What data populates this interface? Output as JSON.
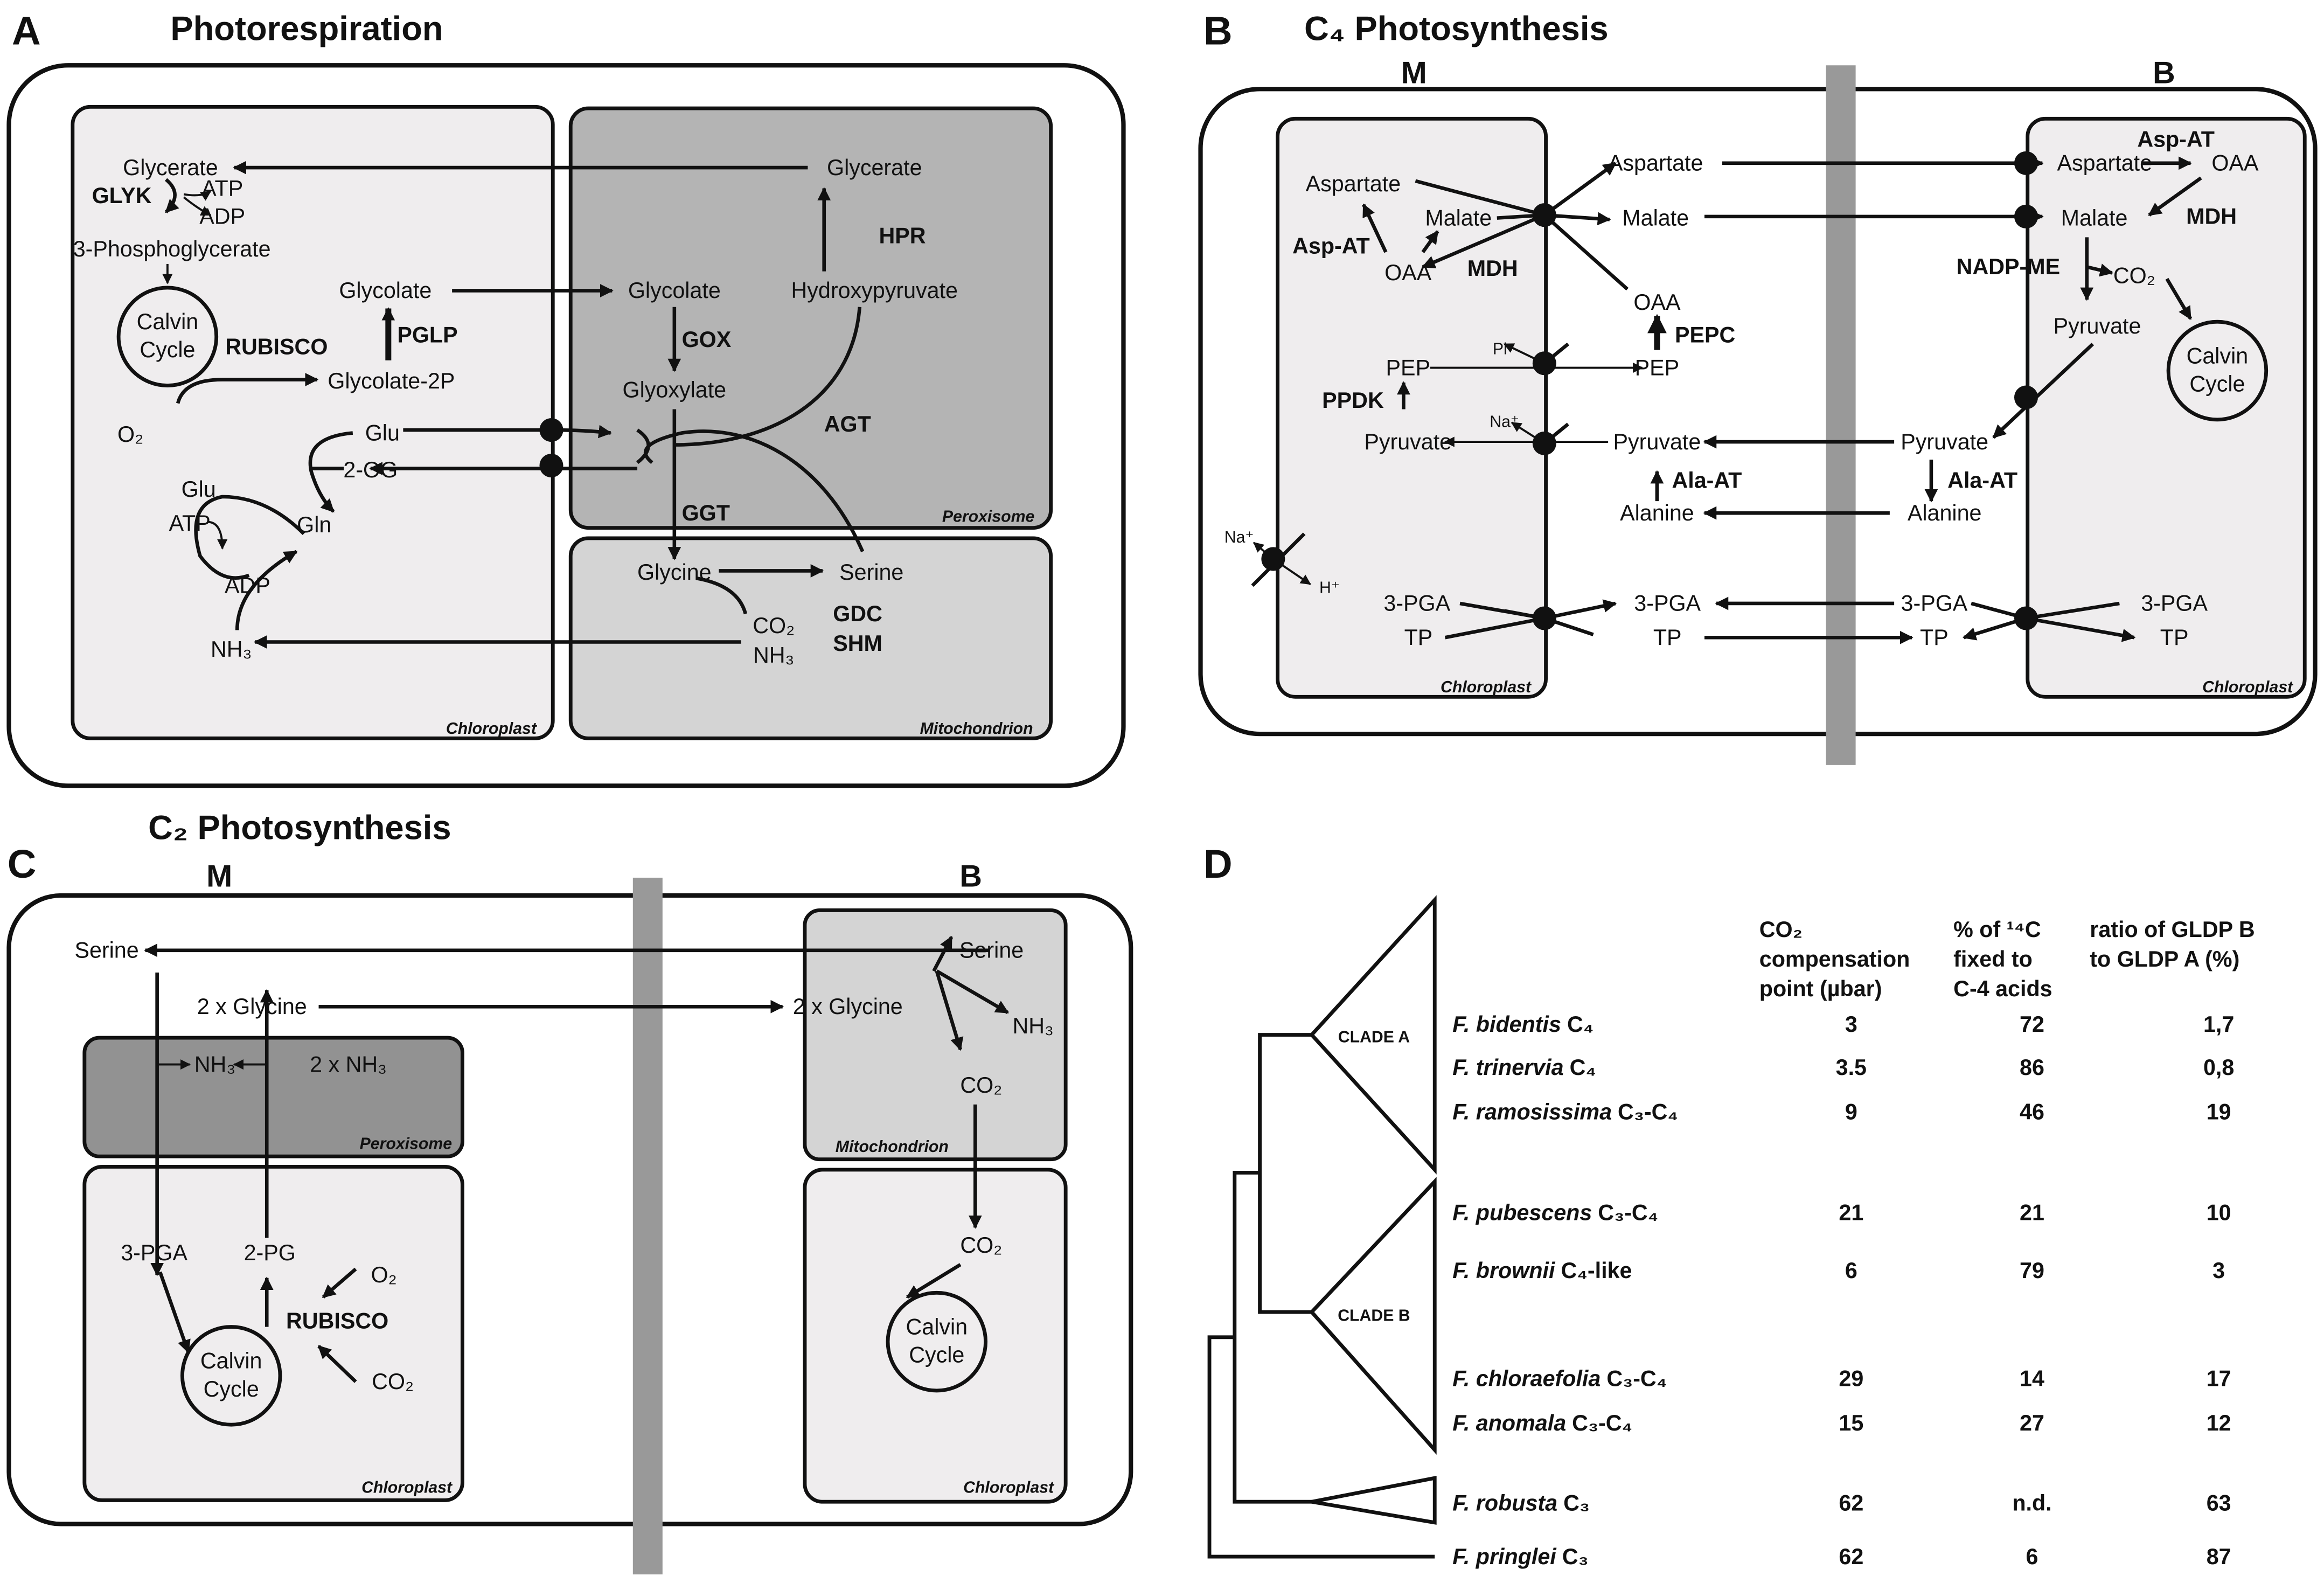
{
  "colors": {
    "cytosol_box": "#ffffff",
    "chloroplast": "#efedee",
    "peroxisome_A": "#b4b4b4",
    "mitochondrion": "#d4d4d4",
    "peroxisome_C": "#929292",
    "cell_wall_bar": "#999999",
    "stroke": "#111111"
  },
  "panel_a": {
    "letter": "A",
    "title": "Photorespiration",
    "labels": {
      "glycerate_chl": "Glycerate",
      "glyk": "GLYK",
      "atp1": "ATP",
      "adp1": "ADP",
      "pga": "3-Phosphoglycerate",
      "calvin_l1": "Calvin",
      "calvin_l2": "Cycle",
      "rubisco": "RUBISCO",
      "glycolate_chl": "Glycolate",
      "pglp": "PGLP",
      "glycolate2p": "Glycolate-2P",
      "o2": "O₂",
      "glu_a": "Glu",
      "og_a": "2-OG",
      "glu_b": "Glu",
      "atp2": "ATP",
      "gln": "Gln",
      "adp2": "ADP",
      "nh3": "NH₃",
      "chloroplast": "Chloroplast",
      "glycerate_per": "Glycerate",
      "hpr": "HPR",
      "hydroxypyruvate": "Hydroxypyruvate",
      "glycolate_per": "Glycolate",
      "gox": "GOX",
      "glyoxylate": "Glyoxylate",
      "agt": "AGT",
      "ggt": "GGT",
      "peroxisome": "Peroxisome",
      "glycine": "Glycine",
      "serine": "Serine",
      "co2": "CO₂",
      "nh3_mito": "NH₃",
      "gdc": "GDC",
      "shm": "SHM",
      "mitochondrion": "Mitochondrion"
    }
  },
  "panel_b": {
    "letter": "B",
    "title": "C₄ Photosynthesis",
    "cell_m": "M",
    "cell_b": "B",
    "labels": {
      "asp_m": "Aspartate",
      "mal_m": "Malate",
      "aspat_m": "Asp-AT",
      "oaa_m": "OAA",
      "mdh_m": "MDH",
      "asp_cyt": "Aspartate",
      "mal_cyt": "Malate",
      "oaa_cyt": "OAA",
      "pepc": "PEPC",
      "pi": "Pi",
      "pep_m": "PEP",
      "pep_cyt": "PEP",
      "ppdk": "PPDK",
      "na1": "Na⁺",
      "pyr_m": "Pyruvate",
      "pyr_cyt": "Pyruvate",
      "alaat_m": "Ala-AT",
      "ala_cyt": "Alanine",
      "na2": "Na⁺",
      "h": "H⁺",
      "pga_m": "3-PGA",
      "tp_m": "TP",
      "pga_cyt": "3-PGA",
      "tp_cyt": "TP",
      "chl_m": "Chloroplast",
      "aspat_b": "Asp-AT",
      "asp_b": "Aspartate",
      "oaa_b": "OAA",
      "mal_b": "Malate",
      "mdh_b": "MDH",
      "nadpme": "NADP-ME",
      "co2_b": "CO₂",
      "pyr_b": "Pyruvate",
      "calvin_l1": "Calvin",
      "calvin_l2": "Cycle",
      "pyr_bcyt": "Pyruvate",
      "alaat_b": "Ala-AT",
      "ala_bcyt": "Alanine",
      "pga_bcyt": "3-PGA",
      "tp_bcyt": "TP",
      "pga_b": "3-PGA",
      "tp_b": "TP",
      "chl_b": "Chloroplast"
    }
  },
  "panel_c": {
    "letter": "C",
    "title": "C₂ Photosynthesis",
    "cell_m": "M",
    "cell_b": "B",
    "labels": {
      "serine_m": "Serine",
      "gly_m": "2 x Glycine",
      "nh3_a": "NH₃",
      "nh3_b": "2 x NH₃",
      "peroxisome": "Peroxisome",
      "pga": "3-PGA",
      "pg": "2-PG",
      "o2": "O₂",
      "rubisco": "RUBISCO",
      "co2": "CO₂",
      "calvin_l1": "Calvin",
      "calvin_l2": "Cycle",
      "chl_m": "Chloroplast",
      "serine_b": "Serine",
      "gly_b": "2 x Glycine",
      "nh3_c": "NH₃",
      "co2_mito": "CO₂",
      "mitochondrion": "Mitochondrion",
      "co2_chl": "CO₂",
      "calvin2_l1": "Calvin",
      "calvin2_l2": "Cycle",
      "chl_b": "Chloroplast"
    }
  },
  "panel_d": {
    "letter": "D",
    "headers": [
      [
        "CO₂",
        "compensation",
        "point (µbar)"
      ],
      [
        "% of ¹⁴C",
        "fixed to",
        "C-4 acids"
      ],
      [
        "ratio of GLDP B",
        "to GLDP A (%)"
      ]
    ],
    "clades": [
      "CLADE A",
      "CLADE B"
    ],
    "rows": [
      {
        "species": "F. bidentis",
        "type": "C₄",
        "co2_comp": "3",
        "pct_c4": "72",
        "gldp_ratio": "1,7"
      },
      {
        "species": "F. trinervia",
        "type": "C₄",
        "co2_comp": "3.5",
        "pct_c4": "86",
        "gldp_ratio": "0,8"
      },
      {
        "species": "F. ramosissima",
        "type": "C₃-C₄",
        "co2_comp": "9",
        "pct_c4": "46",
        "gldp_ratio": "19"
      },
      {
        "species": "F. pubescens",
        "type": "C₃-C₄",
        "co2_comp": "21",
        "pct_c4": "21",
        "gldp_ratio": "10"
      },
      {
        "species": "F. brownii",
        "type": "C₄-like",
        "co2_comp": "6",
        "pct_c4": "79",
        "gldp_ratio": "3"
      },
      {
        "species": "F. chloraefolia",
        "type": "C₃-C₄",
        "co2_comp": "29",
        "pct_c4": "14",
        "gldp_ratio": "17"
      },
      {
        "species": "F. anomala",
        "type": "C₃-C₄",
        "co2_comp": "15",
        "pct_c4": "27",
        "gldp_ratio": "12"
      },
      {
        "species": "F. robusta",
        "type": "C₃",
        "co2_comp": "62",
        "pct_c4": "n.d.",
        "gldp_ratio": "63"
      },
      {
        "species": "F. pringlei",
        "type": "C₃",
        "co2_comp": "62",
        "pct_c4": "6",
        "gldp_ratio": "87"
      }
    ]
  }
}
